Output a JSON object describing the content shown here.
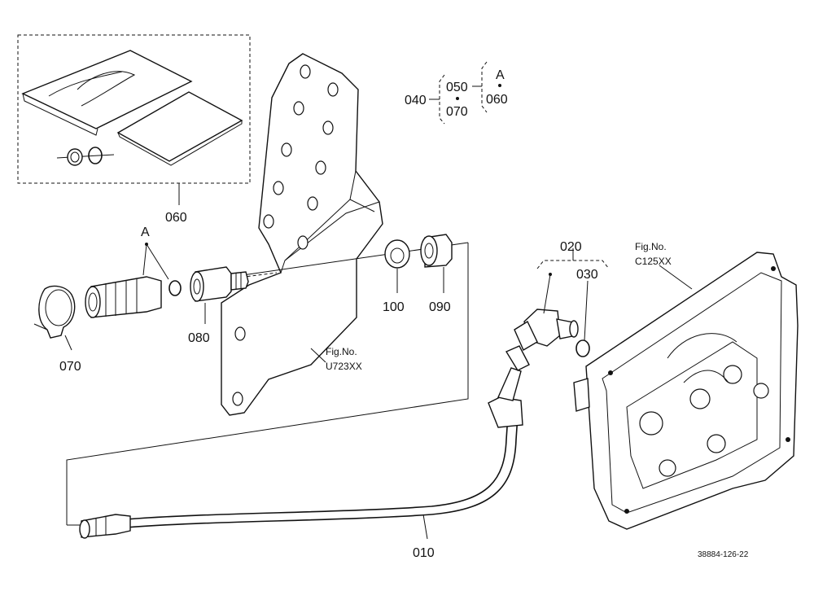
{
  "callouts": {
    "p010": "010",
    "p020": "020",
    "p030": "030",
    "p040": "040",
    "p050": "050",
    "p060": "060",
    "p070": "070",
    "p080": "080",
    "p090": "090",
    "p100": "100"
  },
  "group_label": "A",
  "legend": {
    "n040": "040",
    "n050": "050",
    "n070": "070",
    "a": "A",
    "n060": "060"
  },
  "refs": {
    "u723_line1": "Fig.No.",
    "u723_line2": "U723XX",
    "c125_line1": "Fig.No.",
    "c125_line2": "C125XX"
  },
  "diagram_id": "38884-126-22"
}
